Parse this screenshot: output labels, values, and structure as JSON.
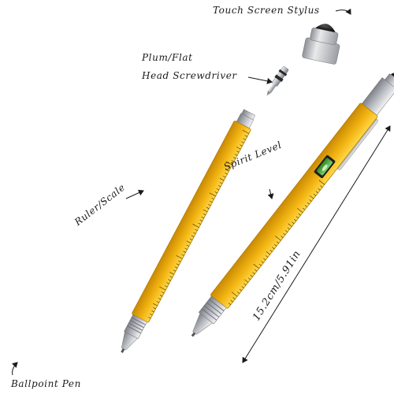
{
  "labels": {
    "stylus": "Touch Screen Stylus",
    "screwdriver_line1": "Plum/Flat",
    "screwdriver_line2": "Head Screwdriver",
    "spirit_level": "Spirit Level",
    "ruler": "Ruler/Scale",
    "ballpoint": "Ballpoint Pen",
    "length": "15.2cm/5.91in"
  },
  "colors": {
    "barrel_yellow": "#f2b411",
    "barrel_shade": "#d08e06",
    "silver": "#c9ccd1",
    "black_tip": "#1c1c1c",
    "level_green": "#3fa536",
    "ink": "#1a1a1a"
  }
}
